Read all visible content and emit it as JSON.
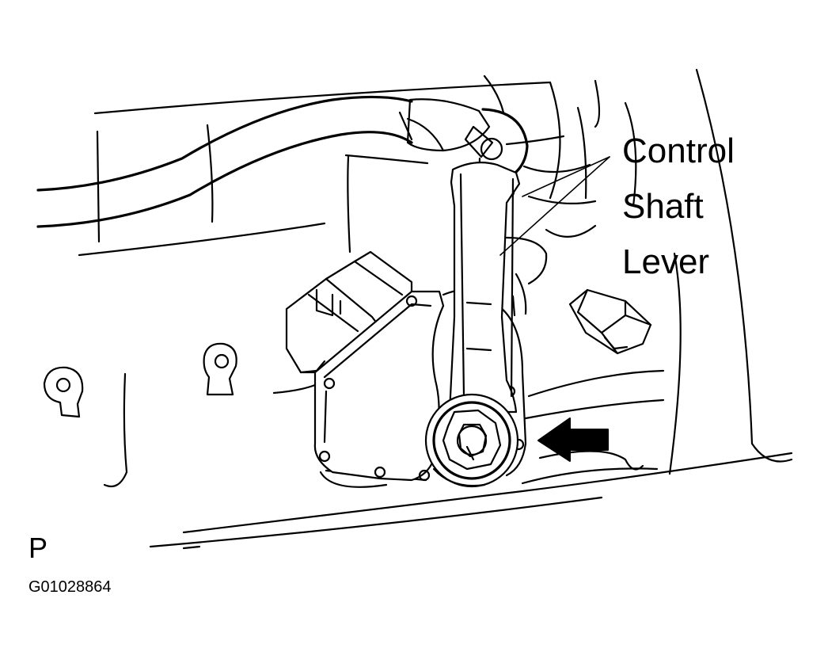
{
  "callout": {
    "line1": "Control",
    "line2": "Shaft",
    "line3": "Lever"
  },
  "view_letter": "P",
  "figure_code": "G01028864"
}
